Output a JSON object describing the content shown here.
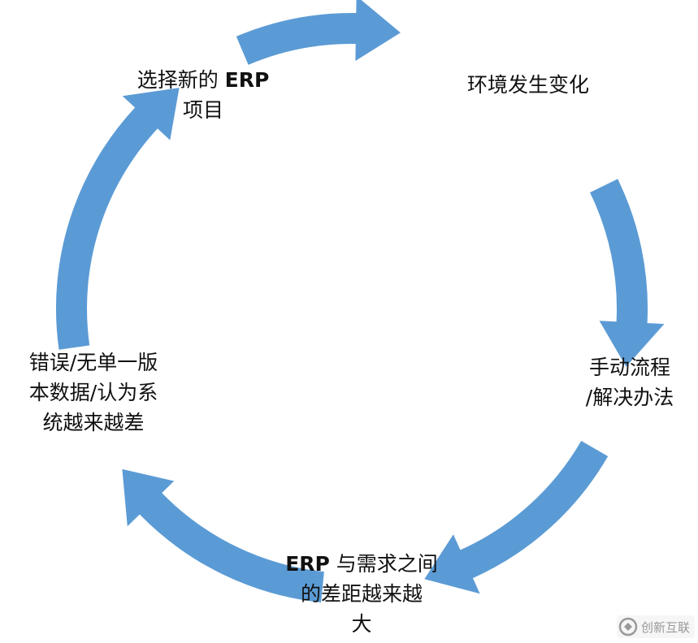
{
  "diagram": {
    "arrow_color": "#5b9bd5",
    "nodes": [
      {
        "id": "new-erp",
        "line1_text": "选择新的 ",
        "line1_bold": "ERP",
        "line2": "项目"
      },
      {
        "id": "env-change",
        "line1": "环境发生变化"
      },
      {
        "id": "manual",
        "line1": "手动流程",
        "line2": "/解决办法"
      },
      {
        "id": "gap",
        "line1_bold": "ERP",
        "line1_text": " 与需求之间",
        "line2": "的差距越来越",
        "line3": "大"
      },
      {
        "id": "errors",
        "line1": "错误/无单一版",
        "line2": "本数据/认为系",
        "line3": "统越来越差"
      }
    ],
    "edges": [
      {
        "from": "new-erp",
        "to": "env-change"
      },
      {
        "from": "env-change",
        "to": "manual"
      },
      {
        "from": "manual",
        "to": "gap"
      },
      {
        "from": "gap",
        "to": "errors"
      },
      {
        "from": "errors",
        "to": "new-erp"
      }
    ]
  },
  "watermark": {
    "text": "创新互联",
    "icon": "logo-icon"
  }
}
